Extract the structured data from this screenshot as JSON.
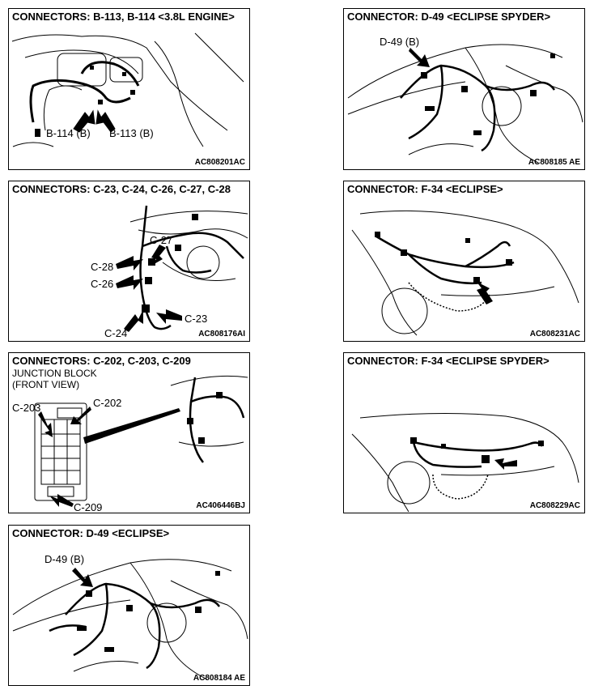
{
  "panels": {
    "b113": {
      "title": "CONNECTORS: B-113, B-114 <3.8L ENGINE>",
      "code": "AC808201AC",
      "labels": {
        "b114": "B-114 (B)",
        "b113": "B-113 (B)"
      }
    },
    "d49_spyder": {
      "title": "CONNECTOR: D-49 <ECLIPSE SPYDER>",
      "code": "AC808185 AE",
      "labels": {
        "d49": "D-49 (B)"
      }
    },
    "c23": {
      "title": "CONNECTORS: C-23, C-24, C-26, C-27, C-28",
      "code": "AC808176AI",
      "labels": {
        "c27": "C-27",
        "c28": "C-28",
        "c26": "C-26",
        "c23": "C-23",
        "c24": "C-24"
      }
    },
    "f34_eclipse": {
      "title": "CONNECTOR: F-34 <ECLIPSE>",
      "code": "AC808231AC"
    },
    "c202": {
      "title": "CONNECTORS: C-202, C-203, C-209",
      "subtitle_line1": "JUNCTION BLOCK",
      "subtitle_line2": "(FRONT VIEW)",
      "code": "AC406446BJ",
      "labels": {
        "c203": "C-203",
        "c202": "C-202",
        "c209": "C-209"
      }
    },
    "f34_spyder": {
      "title": "CONNECTOR: F-34 <ECLIPSE SPYDER>",
      "code": "AC808229AC"
    },
    "d49_eclipse": {
      "title": "CONNECTOR: D-49 <ECLIPSE>",
      "code": "AC808184 AE",
      "labels": {
        "d49": "D-49 (B)"
      }
    }
  }
}
